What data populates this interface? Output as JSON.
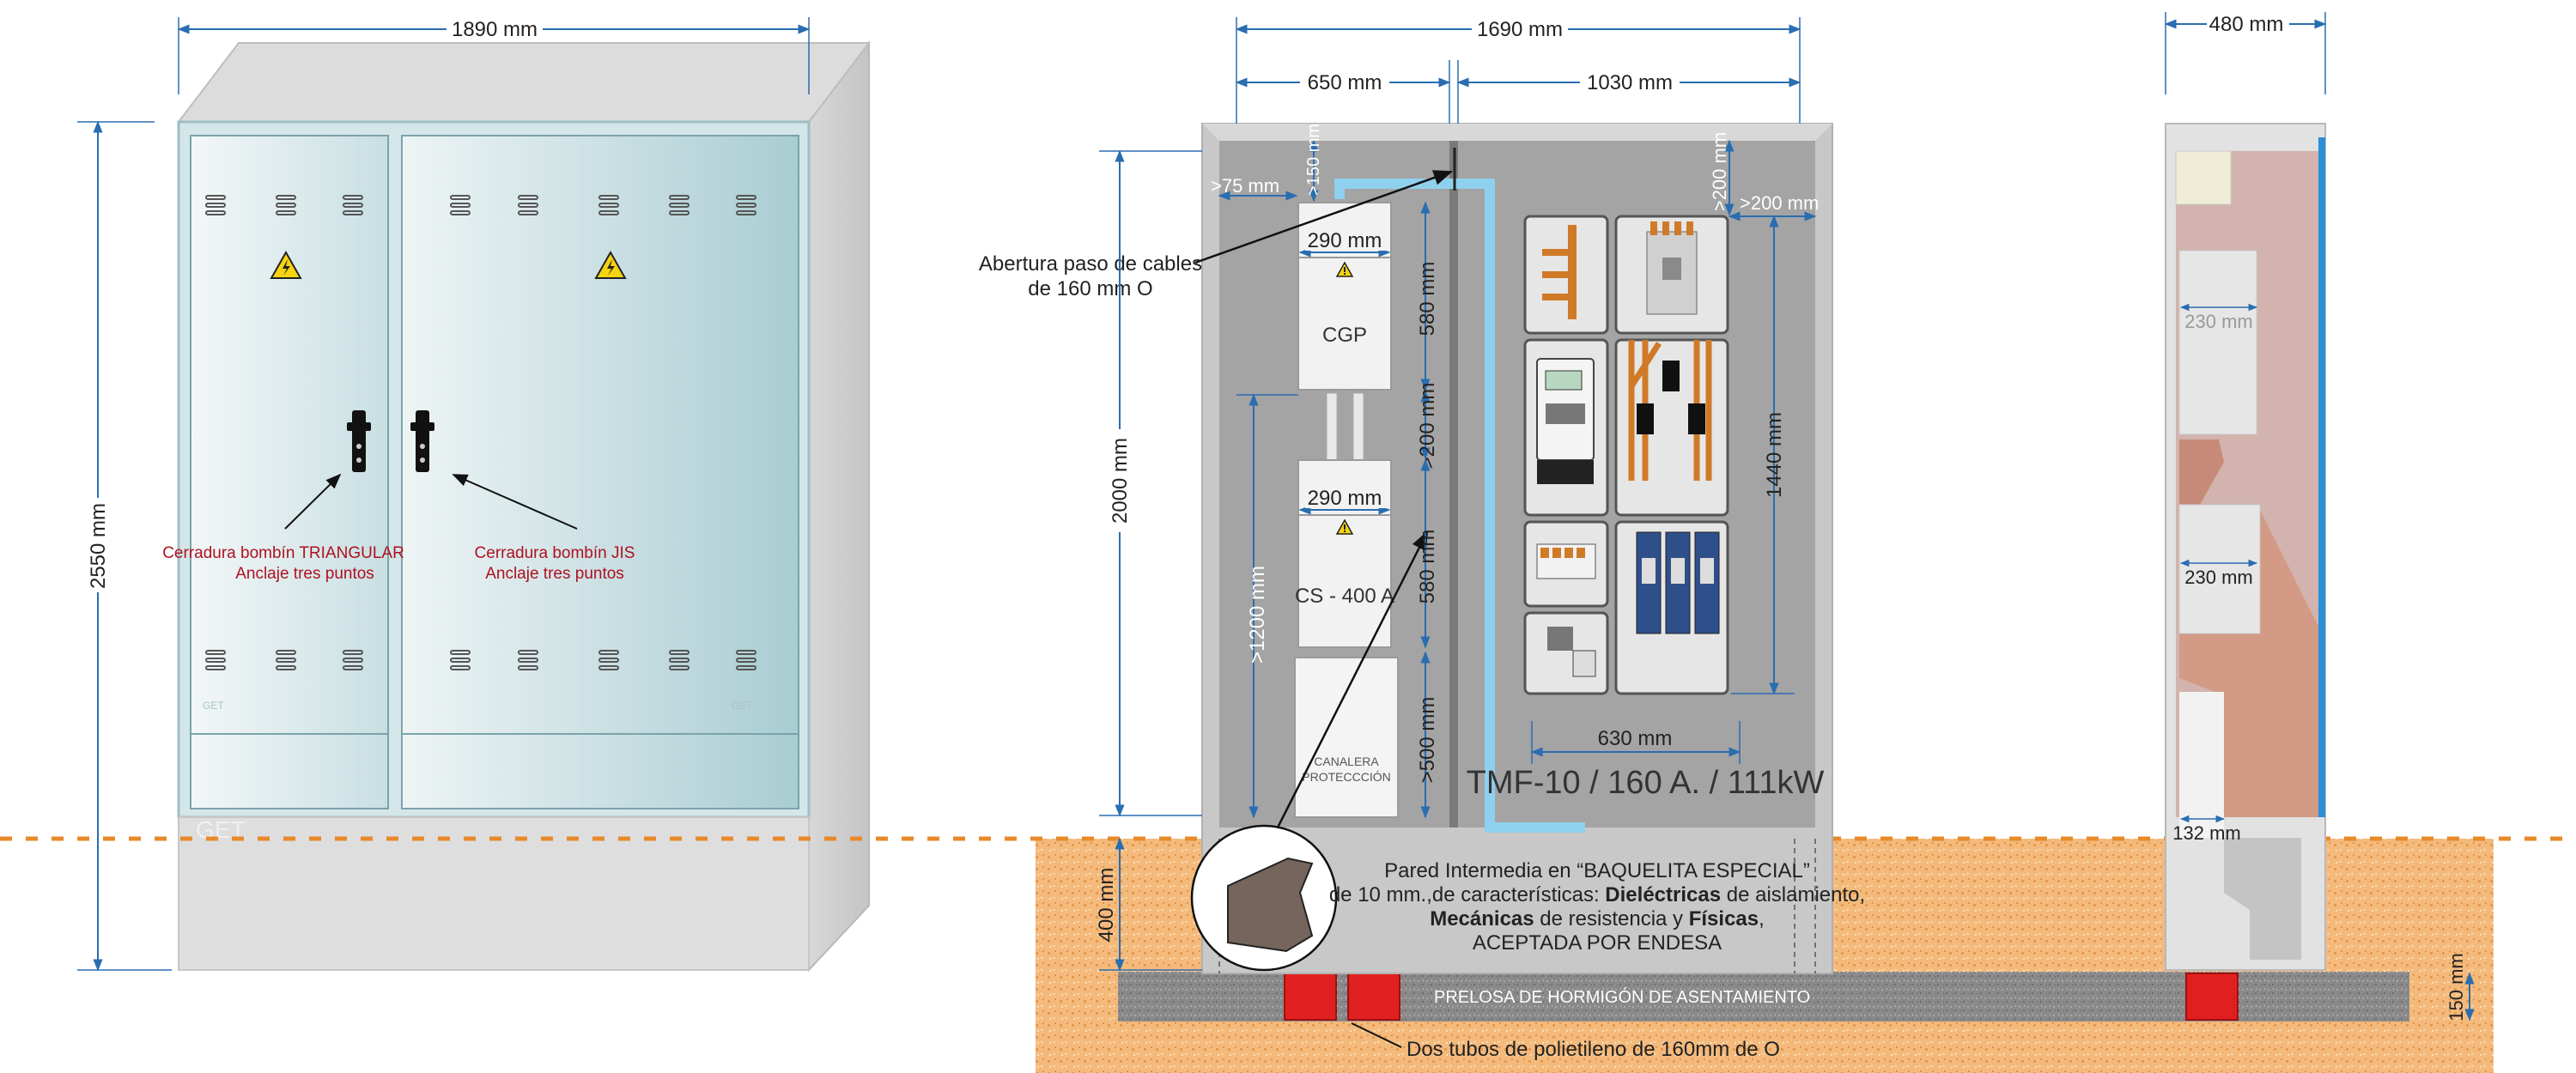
{
  "dims": {
    "front_width": "1890 mm",
    "front_height": "2550 mm",
    "inner_width": "1690 mm",
    "left_section": "650 mm",
    "right_section": "1030 mm",
    "side_depth": "480 mm",
    "cgp_width": "290 mm",
    "cs_width": "290 mm",
    "cgp_height": "580 mm",
    "cs_height": "580 mm",
    "gap_between": ">200 mm",
    "top_gap_small": ">150 mm",
    "side_gap": ">75 mm",
    "top_gap_right": ">200 mm",
    "right_gap": ">200 mm",
    "inner_height": "2000 mm",
    "cs_from_ground": ">1200 mm",
    "channel_height": ">500 mm",
    "meter_height": "1440 mm",
    "meter_width": "630 mm",
    "buried": "400 mm",
    "slab": "150 mm",
    "side_dim_1": "230 mm",
    "side_dim_2": "230 mm",
    "side_dim_3": "132 mm"
  },
  "labels": {
    "lock_triangular_line1": "Cerradura bombín TRIANGULAR",
    "lock_triangular_line2": "Anclaje tres puntos",
    "lock_jis_line1": "Cerradura bombín JIS",
    "lock_jis_line2": "Anclaje tres puntos",
    "brand_small": "GET",
    "brand_small_right": "GET",
    "brand_base": "GET",
    "cable_opening_line1": "Abertura paso de cables",
    "cable_opening_line2": "de 160 mm O",
    "cgp": "CGP",
    "cs": "CS - 400 A",
    "canalera_line1": "CANALERA",
    "canalera_line2": "PROTECCCIÓN",
    "model": "TMF-10 / 160 A. / 111kW",
    "wall_line1": "Pared Intermedia en “BAQUELITA ESPECIAL”",
    "wall_line2_a": "de 10 mm.,de características: ",
    "wall_line2_b": "Dieléctricas",
    "wall_line2_c": " de aislamiento,",
    "wall_line3_a": "Mecánicas",
    "wall_line3_b": " de resistencia y ",
    "wall_line3_c": "Físicas",
    "wall_line3_d": ",",
    "wall_line4": "ACEPTADA POR ENDESA",
    "slab_label": "PRELOSA DE HORMIGÓN DE ASENTAMIENTO",
    "tubes_label": "Dos tubos de polietileno de 160mm de O"
  },
  "colors": {
    "dim_line": "#2a6db0",
    "warning_text": "#b01020",
    "cable_blue": "#8fd0ee",
    "soil": "#f2b878",
    "tube_red": "#e02020",
    "door_teal": "#b4d4d8",
    "copper": "#d07a28"
  }
}
